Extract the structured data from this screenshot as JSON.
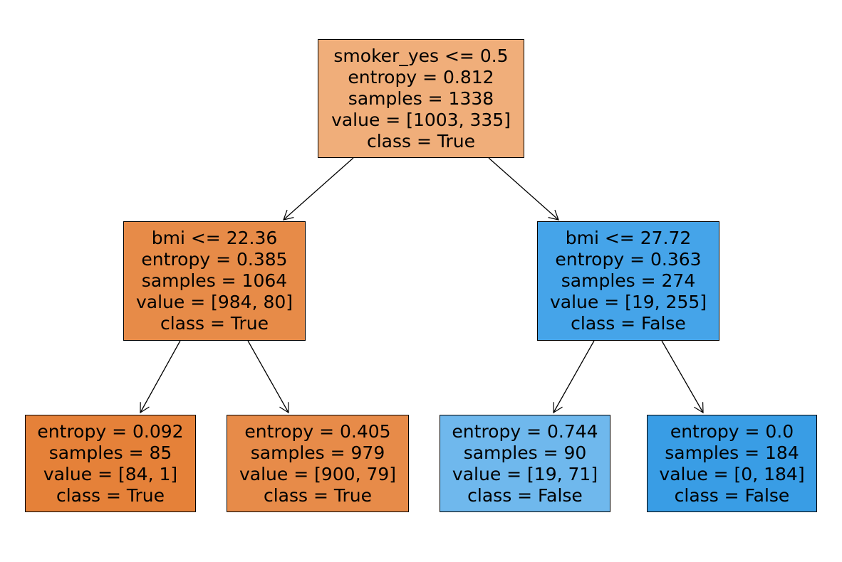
{
  "tree": {
    "colors": {
      "root": "#f0ae7a",
      "left": "#e78b48",
      "right": "#45a4e9",
      "left_left": "#e58139",
      "left_right": "#e78b49",
      "right_left": "#6fb8ed",
      "right_right": "#399de5",
      "border": "#000000"
    },
    "nodes": {
      "root": {
        "split": "smoker_yes <= 0.5",
        "entropy": "entropy = 0.812",
        "samples": "samples = 1338",
        "value": "value = [1003, 335]",
        "class": "class = True"
      },
      "left": {
        "split": "bmi <= 22.36",
        "entropy": "entropy = 0.385",
        "samples": "samples = 1064",
        "value": "value = [984, 80]",
        "class": "class = True"
      },
      "right": {
        "split": "bmi <= 27.72",
        "entropy": "entropy = 0.363",
        "samples": "samples = 274",
        "value": "value = [19, 255]",
        "class": "class = False"
      },
      "left_left": {
        "entropy": "entropy = 0.092",
        "samples": "samples = 85",
        "value": "value = [84, 1]",
        "class": "class = True"
      },
      "left_right": {
        "entropy": "entropy = 0.405",
        "samples": "samples = 979",
        "value": "value = [900, 79]",
        "class": "class = True"
      },
      "right_left": {
        "entropy": "entropy = 0.744",
        "samples": "samples = 90",
        "value": "value = [19, 71]",
        "class": "class = False"
      },
      "right_right": {
        "entropy": "entropy = 0.0",
        "samples": "samples = 184",
        "value": "value = [0, 184]",
        "class": "class = False"
      }
    }
  }
}
